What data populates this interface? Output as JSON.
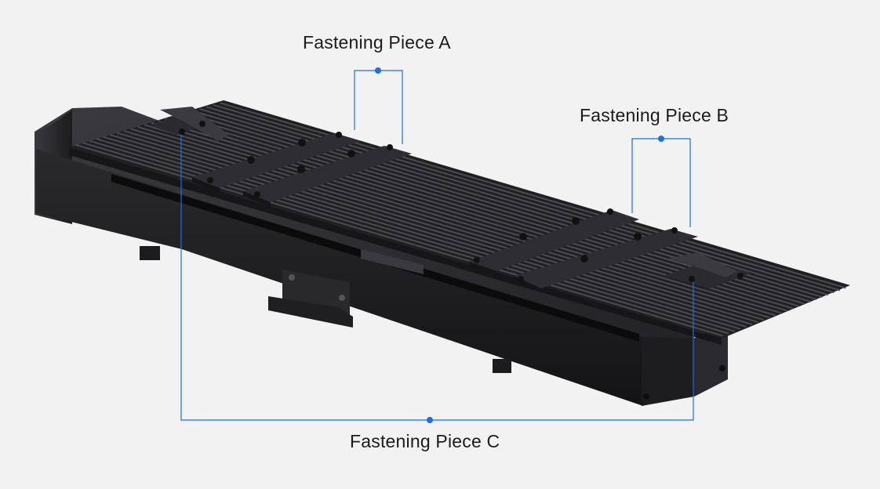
{
  "labels": {
    "piece_a": "Fastening Piece A",
    "piece_b": "Fastening Piece B",
    "piece_c": "Fastening Piece C"
  },
  "colors": {
    "background": "#f2f2f2",
    "callout_line": "#1a6fe8",
    "device_dark": "#1c1c1e",
    "device_mid": "#2c2c2f",
    "device_highlight": "#4a4a4e"
  }
}
